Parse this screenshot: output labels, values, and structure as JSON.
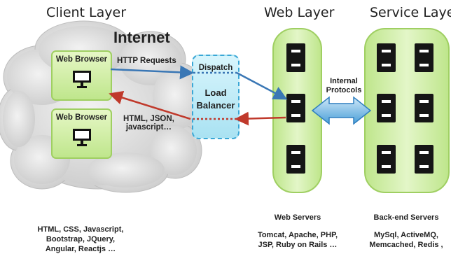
{
  "layers": {
    "client": "Client Layer",
    "web": "Web Layer",
    "service": "Service Layer"
  },
  "internet_label": "Internet",
  "browsers": [
    {
      "label": "Web Browser"
    },
    {
      "label": "Web Browser"
    }
  ],
  "http_requests": "HTTP Requests",
  "response_line1": "HTML, JSON,",
  "response_line2": "javascript…",
  "dispatch": "Dispatch",
  "load_balancer_line1": "Load",
  "load_balancer_line2": "Balancer",
  "internal_line1": "Internal",
  "internal_line2": "Protocols",
  "captions": {
    "client_line1": "HTML, CSS, Javascript,",
    "client_line2": "Bootstrap, JQuery,",
    "client_line3": "Angular, Reactjs …",
    "web_title": "Web Servers",
    "web_line1": "Tomcat, Apache, PHP,",
    "web_line2": "JSP, Ruby on Rails …",
    "service_title": "Back-end Servers",
    "service_line1": "MySql, ActiveMQ,",
    "service_line2": "Memcached, Redis ,"
  },
  "colors": {
    "request_arrow": "#3a77b5",
    "response_arrow": "#c0392b",
    "green_fill": "#cdeea5",
    "green_border": "#9fcf62",
    "lb_fill": "#c6eef8",
    "cloud": "#d9d9d9"
  }
}
